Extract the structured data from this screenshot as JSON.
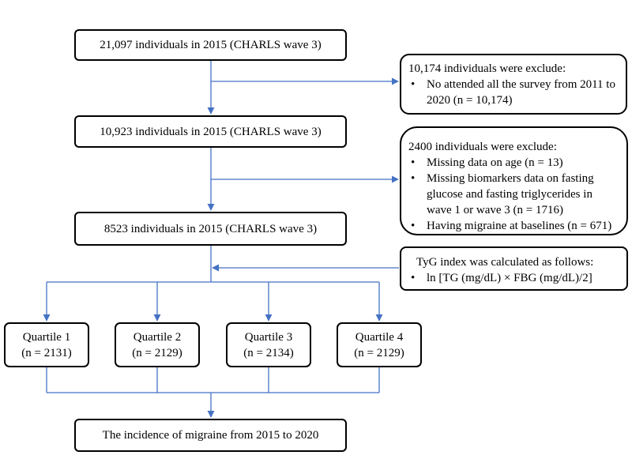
{
  "flow": {
    "step1": "21,097 individuals in 2015 (CHARLS wave 3)",
    "step2": "10,923 individuals in 2015 (CHARLS wave 3)",
    "step3": "8523 individuals in 2015 (CHARLS wave 3)",
    "outcome": "The incidence of migraine from 2015 to 2020"
  },
  "exclusion1": {
    "title": "10,174 individuals were exclude:",
    "items": [
      "No attended all the survey from 2011 to 2020 (n = 10,174)"
    ]
  },
  "exclusion2": {
    "title": "2400 individuals were exclude:",
    "items": [
      "Missing data on age (n = 13)",
      "Missing biomarkers data on fasting glucose and fasting triglycerides in wave 1 or wave 3 (n = 1716)",
      "Having migraine at baselines (n = 671)"
    ]
  },
  "tyg": {
    "title": "TyG index was calculated as follows:",
    "items": [
      "ln [TG (mg/dL) × FBG (mg/dL)/2]"
    ]
  },
  "quartiles": [
    {
      "label": "Quartile 1",
      "n": "(n = 2131)"
    },
    {
      "label": "Quartile 2",
      "n": "(n = 2129)"
    },
    {
      "label": "Quartile 3",
      "n": "(n = 2134)"
    },
    {
      "label": "Quartile 4",
      "n": "(n = 2129)"
    }
  ],
  "colors": {
    "connector": "#4472c4",
    "border": "#000000"
  }
}
